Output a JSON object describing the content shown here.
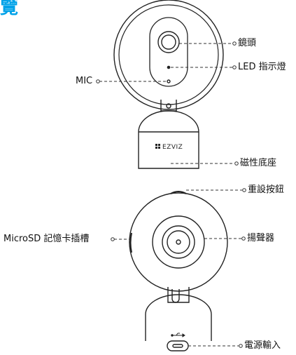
{
  "heading": "覽",
  "labels": {
    "lens": "鏡頭",
    "led": "LED 指示燈",
    "mic": "MIC",
    "magnetic_base": "磁性底座",
    "reset_button": "重設按鈕",
    "microsd_slot": "MicroSD 記憶卡插槽",
    "speaker": "揚聲器",
    "power_input": "電源輸入"
  },
  "brand_logo": "EZVIZ",
  "colors": {
    "accent": "#00a2e8",
    "line": "#333333",
    "device": "#222222"
  }
}
